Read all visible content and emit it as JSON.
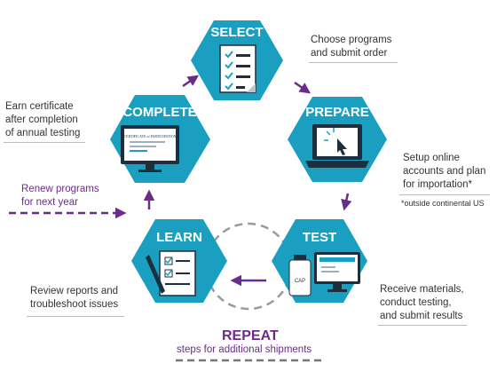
{
  "colors": {
    "hex_fill": "#1a9fc0",
    "arrow": "#6a2c8a",
    "dashed_circle": "#9a9a9a"
  },
  "steps": [
    {
      "title": "SELECT",
      "icon": "checklist-clipboard-icon",
      "description": [
        "Choose programs",
        "and submit order"
      ]
    },
    {
      "title": "PREPARE",
      "icon": "laptop-click-icon",
      "description": [
        "Setup online",
        "accounts and plan",
        "for importation*"
      ]
    },
    {
      "title": "TEST",
      "icon": "specimen-vial-monitor-icon",
      "description": [
        "Receive materials,",
        "conduct testing,",
        "and submit results"
      ],
      "vial_label": "CAP"
    },
    {
      "title": "LEARN",
      "icon": "clipboard-pencil-icon",
      "description": [
        "Review reports and",
        "troubleshoot issues"
      ]
    },
    {
      "title": "COMPLETE",
      "icon": "certificate-monitor-icon",
      "description": [
        "Earn certificate",
        "after completion",
        "of annual testing"
      ],
      "certificate_heading": "CERTIFICATE of PARTICIPATION"
    }
  ],
  "footnote": "*outside continental US",
  "renew": [
    "Renew programs",
    "for next year"
  ],
  "repeat": {
    "title": "REPEAT",
    "subtitle": "steps for additional shipments"
  }
}
